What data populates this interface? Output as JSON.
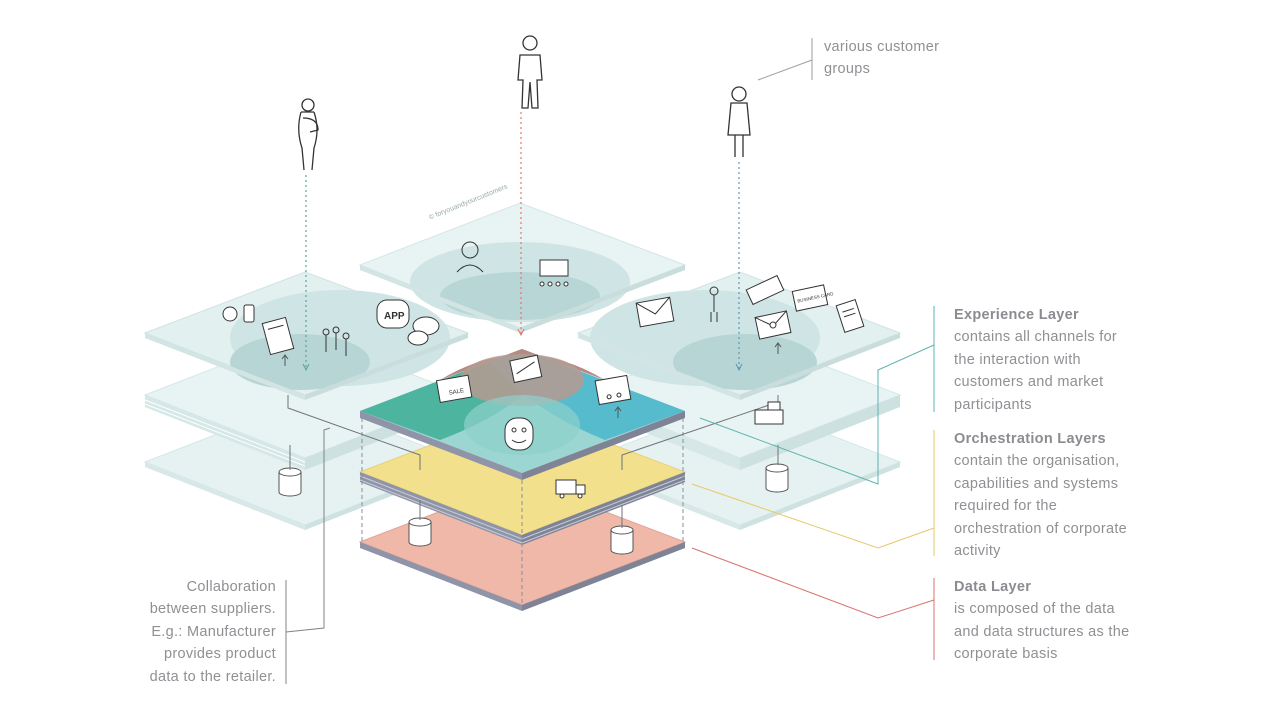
{
  "watermark": "© foryouandyourcustomers",
  "customer_groups": {
    "line1": "various customer",
    "line2": "groups"
  },
  "experience": {
    "title": "Experience Layer",
    "lines": [
      "contains all channels for",
      "the interaction with",
      "customers and market",
      "participants"
    ]
  },
  "orchestration": {
    "title": "Orchestration Layers",
    "lines": [
      "contain the organisation,",
      "capabilities and systems",
      "required for the",
      "orchestration of corporate",
      "activity"
    ]
  },
  "data_layer": {
    "title": "Data Layer",
    "lines": [
      "is composed of the data",
      "and data structures as the",
      "corporate basis"
    ]
  },
  "collaboration": {
    "lines": [
      "Collaboration",
      "between suppliers.",
      "E.g.: Manufacturer",
      "provides product",
      "data to the retailer."
    ]
  },
  "icons": {
    "app_label": "APP",
    "sale_label": "SALE",
    "card_label": "BUSINESS CARD"
  },
  "colors": {
    "experience_accent": "#5fb3ac",
    "orchestration_accent": "#e8c86a",
    "data_accent": "#d9736b",
    "red_dotted": "#e07a72",
    "teal_dotted": "#5aa39e",
    "blue_dotted": "#5e97b0"
  }
}
